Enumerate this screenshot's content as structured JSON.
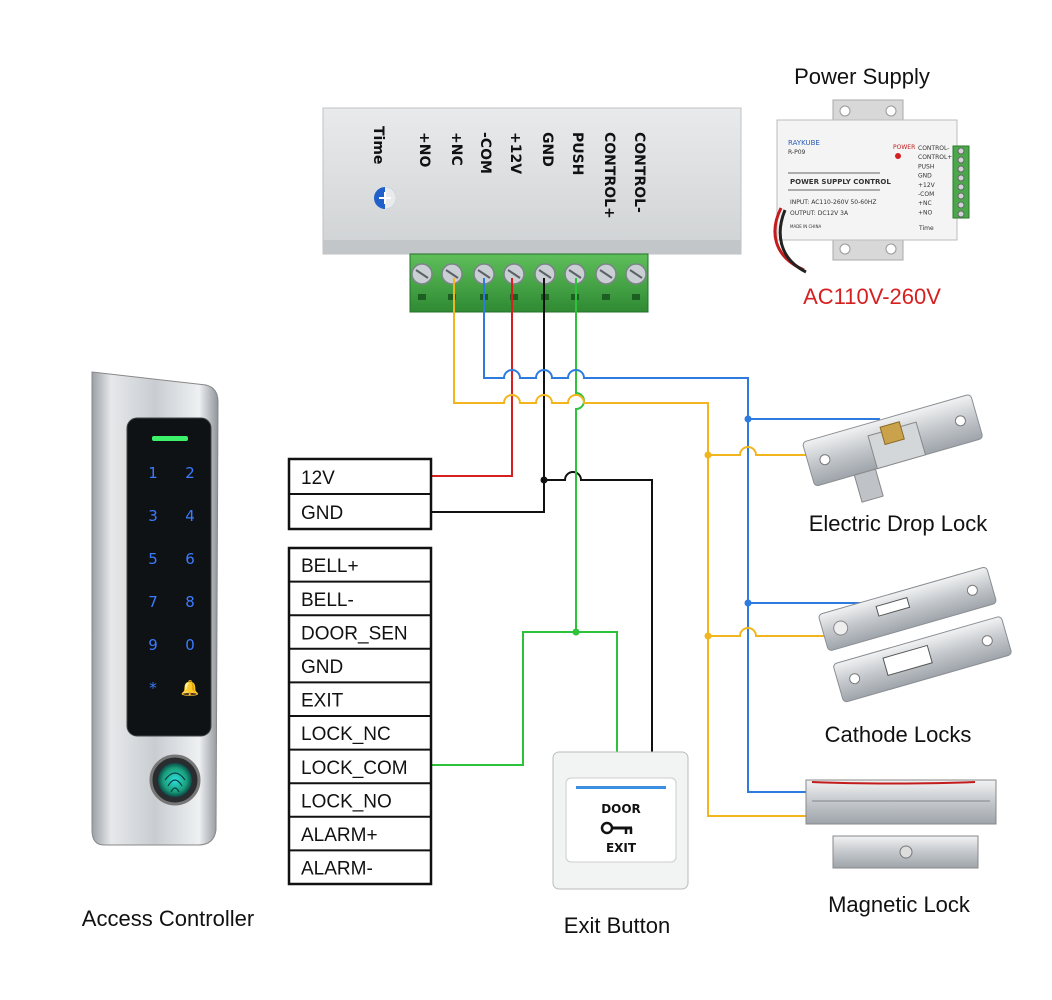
{
  "captions": {
    "power_supply": "Power Supply",
    "ac_input": "AC110V-260V",
    "access_controller": "Access Controller",
    "exit_button": "Exit Button",
    "electric_drop_lock": "Electric Drop Lock",
    "cathode_locks": "Cathode Locks",
    "magnetic_lock": "Magnetic Lock"
  },
  "psu_terminals": [
    "CONTROL-",
    "CONTROL+",
    "PUSH",
    "GND",
    "+12V",
    "-COM",
    "+NC",
    "+NO"
  ],
  "psu_time_label": "Time",
  "psu_photo": {
    "brand": "RAYKUBE",
    "model": "R-P09",
    "power": "POWER",
    "title": "POWER SUPPLY CONTROL",
    "input": "INPUT: AC110-260V 50-60HZ",
    "output": "OUTPUT: DC12V 3A",
    "made": "MADE IN CHINA",
    "terminals": [
      "CONTROL-",
      "CONTROL+",
      "PUSH",
      "GND",
      "+12V",
      "-COM",
      "+NC",
      "+NO"
    ],
    "time": "Time"
  },
  "power_block": [
    "12V",
    "GND"
  ],
  "controller_block": [
    "BELL+",
    "BELL-",
    "DOOR_SEN",
    "GND",
    "EXIT",
    "LOCK_NC",
    "LOCK_COM",
    "LOCK_NO",
    "ALARM+",
    "ALARM-"
  ],
  "keypad_keys": [
    "1",
    "2",
    "3",
    "4",
    "5",
    "6",
    "7",
    "8",
    "9",
    "0",
    "*",
    "🔔"
  ],
  "exit_button_text": {
    "top": "DOOR",
    "bottom": "EXIT"
  },
  "wire_colors": {
    "red": "#d62020",
    "black": "#111111",
    "green": "#2cc23a",
    "blue": "#2e7be0",
    "yellow": "#f2b51e"
  }
}
